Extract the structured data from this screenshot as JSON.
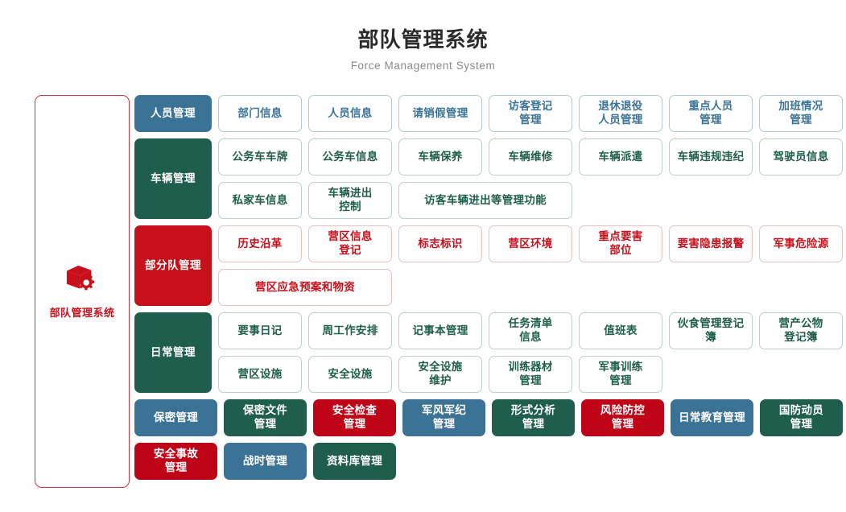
{
  "header": {
    "title": "部队管理系统",
    "subtitle": "Force Management System"
  },
  "brand": {
    "label": "部队管理系统",
    "icon": "box-gear-icon",
    "color": "#c8101b"
  },
  "colors": {
    "blue": "#3b7396",
    "green": "#1f5e4c",
    "red": "#c8101b",
    "red_solid": "#c00418",
    "border_blue": "#aecbdd",
    "border_green": "#b9d2ca",
    "border_red": "#eebdc0",
    "panel_border": "#d4333f"
  },
  "sections": [
    {
      "label": "人员管理",
      "style": "blue",
      "rows": [
        [
          {
            "label": "部门信息"
          },
          {
            "label": "人员信息"
          },
          {
            "label": "请销假管理"
          },
          {
            "label": "访客登记\n管理"
          },
          {
            "label": "退休退役\n人员管理"
          },
          {
            "label": "重点人员\n管理"
          },
          {
            "label": "加班情况\n管理"
          }
        ]
      ]
    },
    {
      "label": "车辆管理",
      "style": "green",
      "rows": [
        [
          {
            "label": "公务车车牌"
          },
          {
            "label": "公务车信息"
          },
          {
            "label": "车辆保养"
          },
          {
            "label": "车辆维修"
          },
          {
            "label": "车辆派遣"
          },
          {
            "label": "车辆违规违纪"
          },
          {
            "label": "驾驶员信息"
          }
        ],
        [
          {
            "label": "私家车信息"
          },
          {
            "label": "车辆进出\n控制"
          },
          {
            "label": "访客车辆进出等管理功能",
            "span": 2
          }
        ]
      ]
    },
    {
      "label": "部分队管理",
      "style": "red",
      "rows": [
        [
          {
            "label": "历史沿革"
          },
          {
            "label": "营区信息\n登记"
          },
          {
            "label": "标志标识"
          },
          {
            "label": "营区环境"
          },
          {
            "label": "重点要害\n部位"
          },
          {
            "label": "要害隐患报警"
          },
          {
            "label": "军事危险源"
          }
        ],
        [
          {
            "label": "营区应急预案和物资",
            "span": 2
          }
        ]
      ]
    },
    {
      "label": "日常管理",
      "style": "green",
      "rows": [
        [
          {
            "label": "要事日记"
          },
          {
            "label": "周工作安排"
          },
          {
            "label": "记事本管理"
          },
          {
            "label": "任务清单\n信息"
          },
          {
            "label": "值班表"
          },
          {
            "label": "伙食管理登记簿"
          },
          {
            "label": "营产公物\n登记簿"
          }
        ],
        [
          {
            "label": "营区设施"
          },
          {
            "label": "安全设施"
          },
          {
            "label": "安全设施\n维护"
          },
          {
            "label": "训练器材\n管理"
          },
          {
            "label": "军事训练\n管理"
          }
        ]
      ]
    }
  ],
  "flat_section": {
    "rows": [
      [
        {
          "label": "保密管理",
          "style": "blue"
        },
        {
          "label": "保密文件\n管理",
          "style": "green"
        },
        {
          "label": "安全检查\n管理",
          "style": "red"
        },
        {
          "label": "军风军纪\n管理",
          "style": "blue"
        },
        {
          "label": "形式分析\n管理",
          "style": "green"
        },
        {
          "label": "风险防控\n管理",
          "style": "red"
        },
        {
          "label": "日常教育管理",
          "style": "blue"
        },
        {
          "label": "国防动员\n管理",
          "style": "green"
        }
      ],
      [
        {
          "label": "安全事故\n管理",
          "style": "red"
        },
        {
          "label": "战时管理",
          "style": "blue"
        },
        {
          "label": "资料库管理",
          "style": "green"
        }
      ]
    ]
  }
}
